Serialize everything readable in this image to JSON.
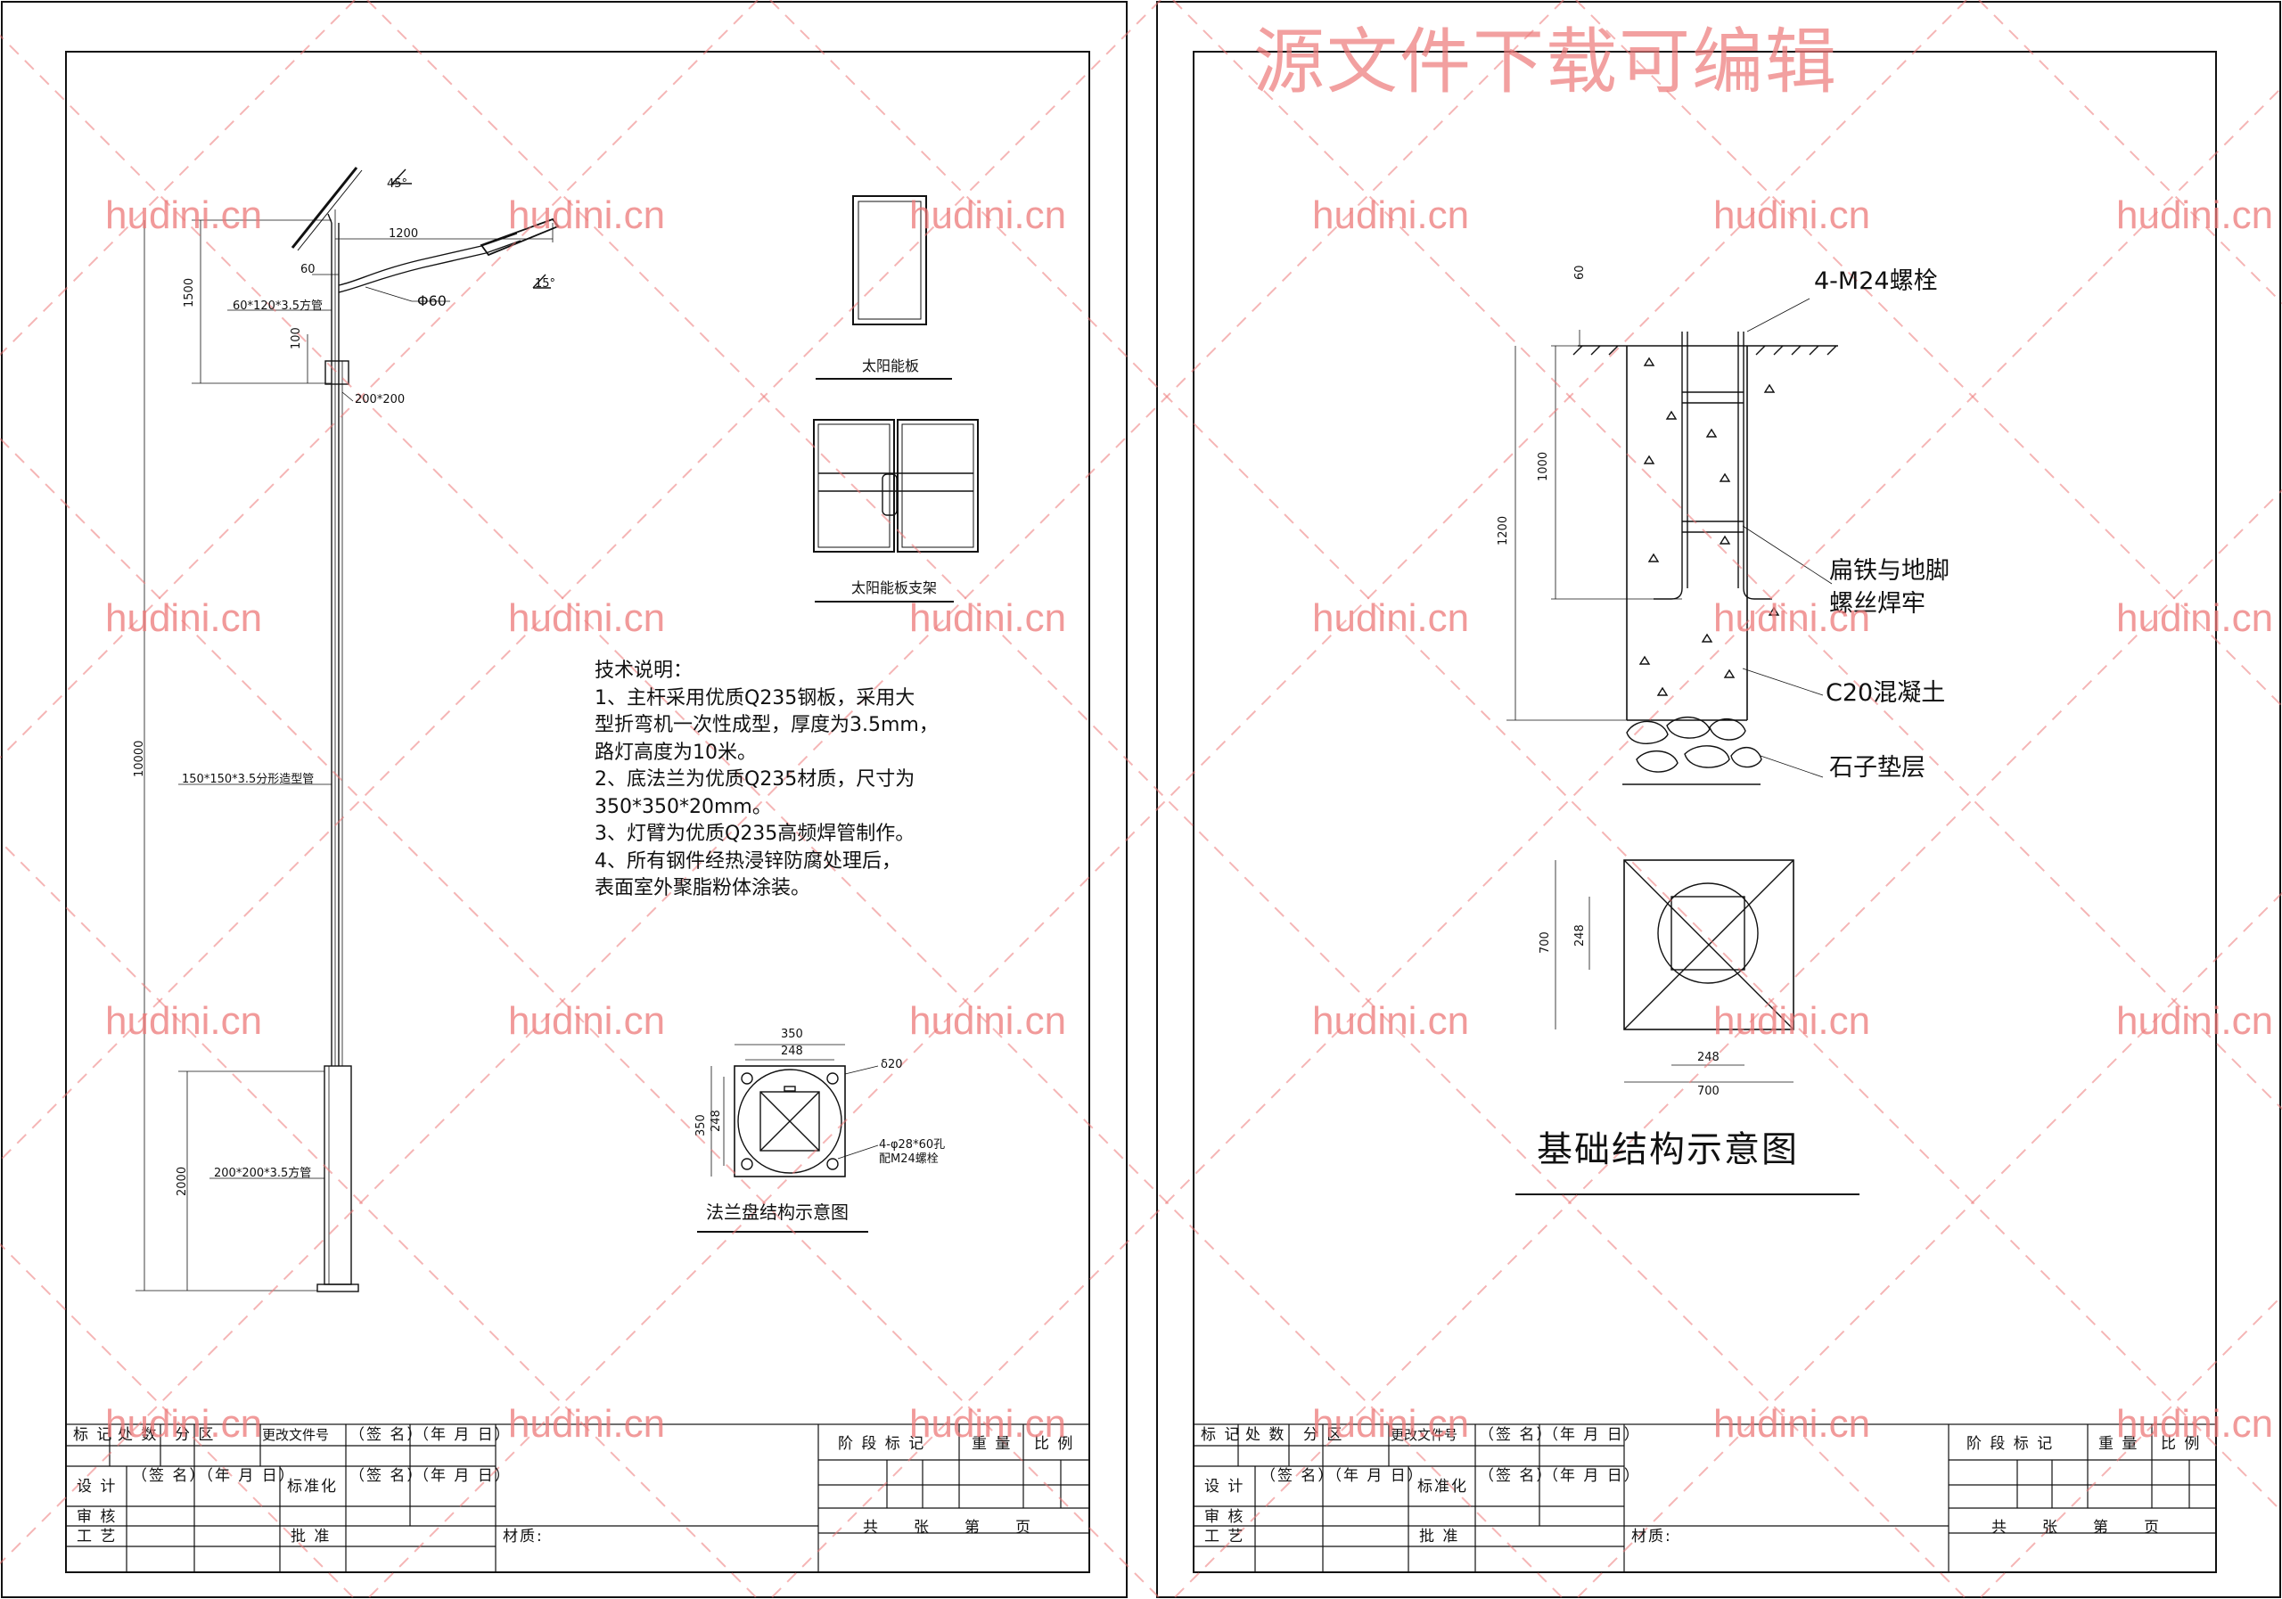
{
  "watermark": {
    "site": "hudini.cn",
    "banner": "源文件下载可编辑"
  },
  "left_sheet": {
    "pole_dims": {
      "angle_top": "45°",
      "arm_length": "1200",
      "angle_arm": "15°",
      "arm_gap": "60",
      "arm_pipe_dia": "Φ60",
      "upper_height": "1500",
      "bracket_tube": "60*120*3.5方管",
      "bracket_gap": "100",
      "square_top": "200*200",
      "pole_height": "10000",
      "main_tube": "150*150*3.5分形造型管",
      "base_height": "2000",
      "base_tube": "200*200*3.5方管"
    },
    "solar_panel_title": "太阳能板",
    "solar_frame_title": "太阳能板支架",
    "tech_notes": {
      "heading": "技术说明：",
      "lines": [
        "1、主杆采用优质Q235钢板，采用大",
        "型折弯机一次性成型，厚度为3.5mm，",
        "路灯高度为10米。",
        "2、底法兰为优质Q235材质，尺寸为",
        "350*350*20mm。",
        "3、灯臂为优质Q235高频焊管制作。",
        "4、所有钢件经热浸锌防腐处理后，",
        "表面室外聚脂粉体涂装。"
      ]
    },
    "flange": {
      "outer_dim": "350",
      "inner_dim": "248",
      "side_outer": "350",
      "side_inner": "248",
      "hole_radius": "δ20",
      "bolt_note_1": "4-φ28*60孔",
      "bolt_note_2": "配M24螺栓",
      "title": "法兰盘结构示意图"
    }
  },
  "right_sheet": {
    "foundation": {
      "top_gap": "60",
      "bolt_label": "4-M24螺栓",
      "embed_depth": "1000",
      "total_depth": "1200",
      "flat_iron_1": "扁铁与地脚",
      "flat_iron_2": "螺丝焊牢",
      "concrete": "C20混凝土",
      "gravel": "石子垫层"
    },
    "plan": {
      "side_outer": "700",
      "side_inner": "248",
      "bottom_inner": "248",
      "bottom_outer": "700"
    },
    "title": "基础结构示意图"
  },
  "title_block": {
    "r1": [
      "标 记",
      "处 数",
      "分 区",
      "更改文件号",
      "（签 名）",
      "（年 月 日）"
    ],
    "r2_design": "设 计",
    "r2_sign": "（签 名）",
    "r2_date": "（年 月 日）",
    "r2_std": "标准化",
    "r2_sign2": "（签 名）",
    "r2_date2": "（年 月 日）",
    "r3_review": "审 核",
    "r4_craft": "工 艺",
    "r4_approve": "批 准",
    "material": "材质:",
    "stage": "阶 段 标 记",
    "weight": "重 量",
    "scale": "比 例",
    "pages": "共　　张　　第　　页"
  }
}
